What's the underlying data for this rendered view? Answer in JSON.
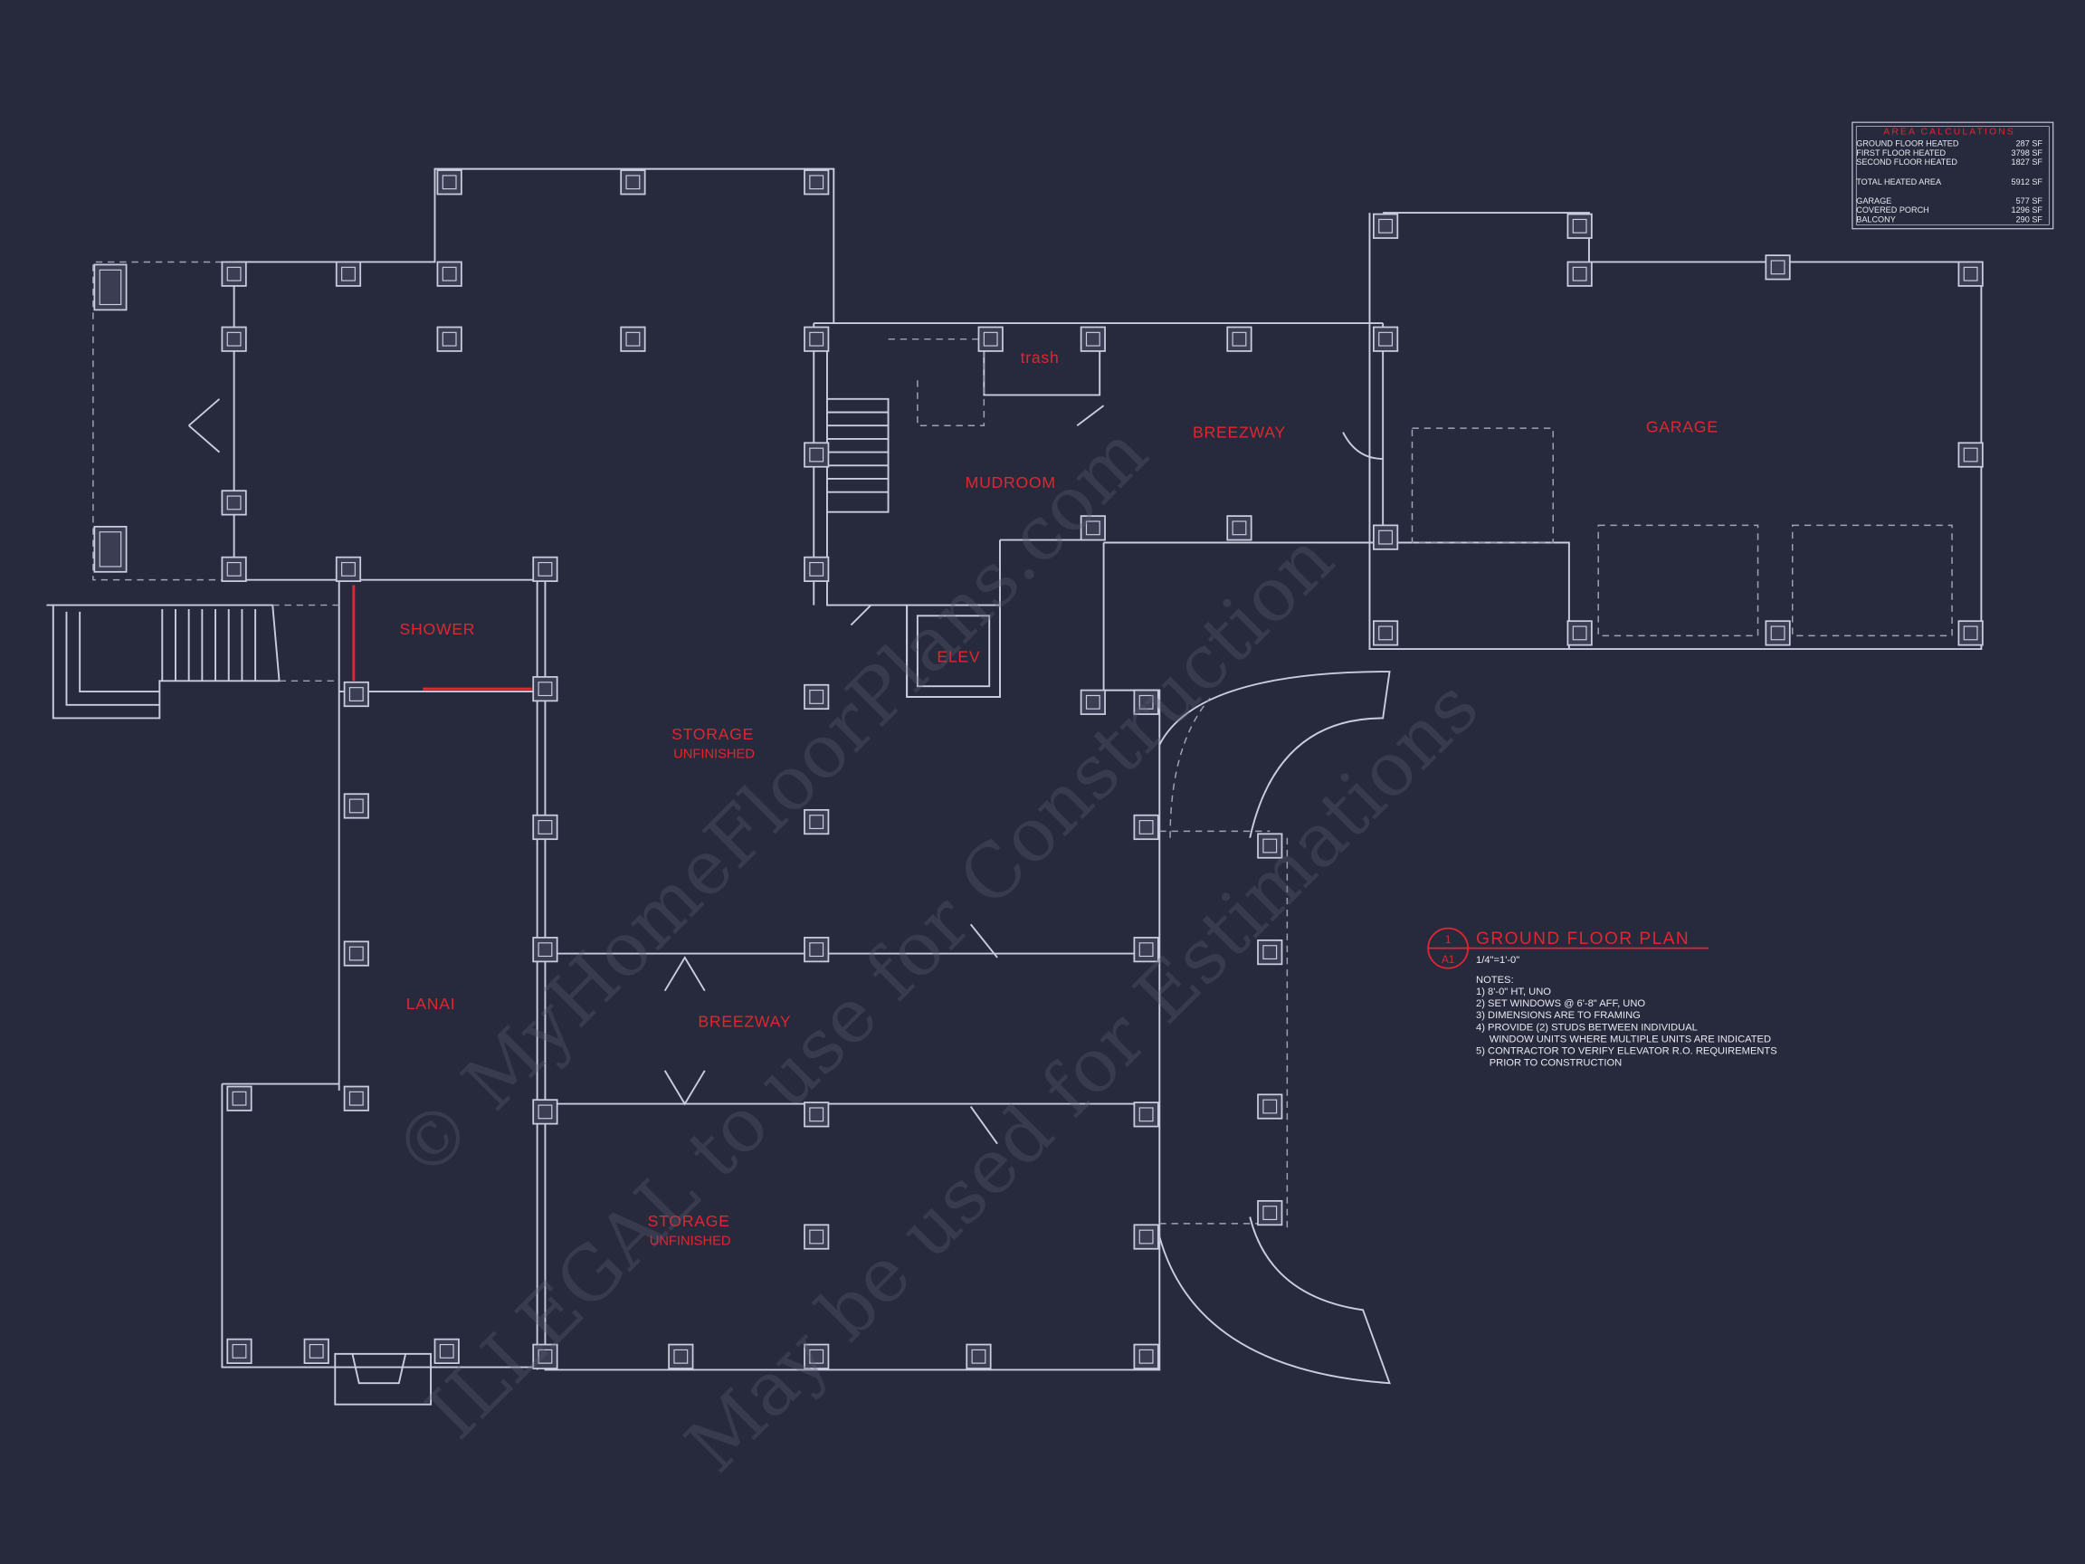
{
  "rooms": {
    "trash": "trash",
    "mudroom": "MUDROOM",
    "breezway_top": "BREEZWAY",
    "garage": "GARAGE",
    "shower": "SHOWER",
    "elev": "ELEV",
    "storage_top": "STORAGE",
    "storage_top_sub": "UNFINISHED",
    "lanai": "LANAI",
    "breezway_mid": "BREEZWAY",
    "storage_bottom": "STORAGE",
    "storage_bottom_sub": "UNFINISHED"
  },
  "area_table": {
    "title": "AREA CALCULATIONS",
    "rows": [
      {
        "label": "GROUND FLOOR HEATED",
        "value": "287 SF"
      },
      {
        "label": "FIRST FLOOR HEATED",
        "value": "3798 SF"
      },
      {
        "label": "SECOND FLOOR HEATED",
        "value": "1827 SF"
      },
      {
        "label": "TOTAL HEATED AREA",
        "value": "5912 SF"
      },
      {
        "label": "GARAGE",
        "value": "577 SF"
      },
      {
        "label": "COVERED PORCH",
        "value": "1296 SF"
      },
      {
        "label": "BALCONY",
        "value": "290 SF"
      }
    ]
  },
  "plan_title": {
    "bubble_top": "1",
    "bubble_bottom": "A1",
    "title": "GROUND FLOOR PLAN",
    "scale": "1/4\"=1'-0\""
  },
  "notes": {
    "heading": "NOTES:",
    "lines": [
      "1) 8'-0\" HT, UNO",
      "2) SET WINDOWS @ 6'-8\" AFF, UNO",
      "3) DIMENSIONS ARE TO FRAMING",
      "4) PROVIDE (2) STUDS BETWEEN INDIVIDUAL",
      "    WINDOW UNITS WHERE MULTIPLE UNITS ARE INDICATED",
      "5) CONTRACTOR TO VERIFY ELEVATOR R.O. REQUIREMENTS",
      "    PRIOR TO CONSTRUCTION"
    ]
  },
  "watermark": [
    "© MyHomeFloorPlans.com",
    "ILLEGAL to use for Construction",
    "May be used for Estimations"
  ],
  "colors": {
    "background": "#272a3d",
    "lines": "#c9ccdd",
    "labels": "#e0262f"
  }
}
